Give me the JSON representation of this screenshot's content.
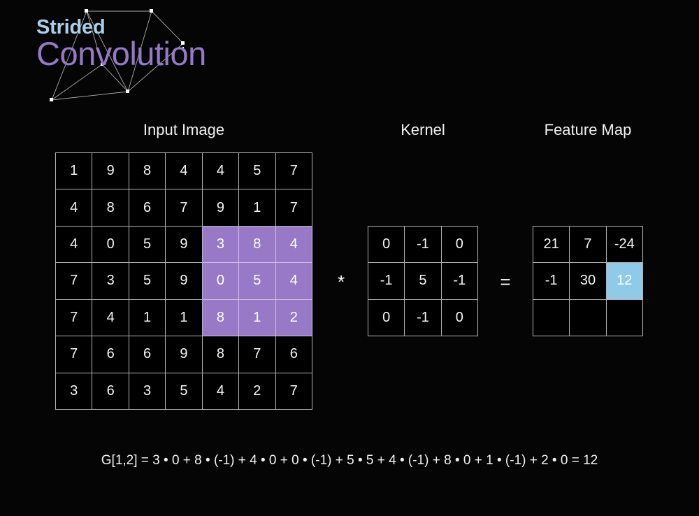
{
  "title": {
    "line1": "Strided",
    "line2": "Convolution",
    "line1_color": "#a9cfe8",
    "line2_color": "#9579c9",
    "decor_icon": "network-graph-icon"
  },
  "headings": {
    "input": "Input Image",
    "kernel": "Kernel",
    "output": "Feature Map"
  },
  "operators": {
    "multiply": "*",
    "equals": "="
  },
  "colors": {
    "background": "#050505",
    "grid_line": "#b4b4b4",
    "highlight_purple": "#9779c8",
    "highlight_blue": "#8fcbe8",
    "text": "#f5f5f5"
  },
  "input_image": {
    "rows": 7,
    "cols": 7,
    "values": [
      [
        "1",
        "9",
        "8",
        "4",
        "4",
        "5",
        "7"
      ],
      [
        "4",
        "8",
        "6",
        "7",
        "9",
        "1",
        "7"
      ],
      [
        "4",
        "0",
        "5",
        "9",
        "3",
        "8",
        "4"
      ],
      [
        "7",
        "3",
        "5",
        "9",
        "0",
        "5",
        "4"
      ],
      [
        "7",
        "4",
        "1",
        "1",
        "8",
        "1",
        "2"
      ],
      [
        "7",
        "6",
        "6",
        "9",
        "8",
        "7",
        "6"
      ],
      [
        "3",
        "6",
        "3",
        "5",
        "4",
        "2",
        "7"
      ]
    ],
    "highlight_purple_cells": [
      [
        2,
        4
      ],
      [
        2,
        5
      ],
      [
        2,
        6
      ],
      [
        3,
        4
      ],
      [
        3,
        5
      ],
      [
        3,
        6
      ],
      [
        4,
        4
      ],
      [
        4,
        5
      ],
      [
        4,
        6
      ]
    ]
  },
  "kernel": {
    "rows": 3,
    "cols": 3,
    "values": [
      [
        "0",
        "-1",
        "0"
      ],
      [
        "-1",
        "5",
        "-1"
      ],
      [
        "0",
        "-1",
        "0"
      ]
    ]
  },
  "feature_map": {
    "rows": 3,
    "cols": 3,
    "values": [
      [
        "21",
        "7",
        "-24"
      ],
      [
        "-1",
        "30",
        "12"
      ],
      [
        "",
        "",
        ""
      ]
    ],
    "highlight_blue_cells": [
      [
        1,
        2
      ]
    ]
  },
  "formula": "G[1,2] = 3 • 0 + 8 • (-1) + 4 • 0 + 0 • (-1) + 5 • 5 + 4 • (-1) + 8 • 0 + 1 • (-1) + 2 • 0 = 12"
}
